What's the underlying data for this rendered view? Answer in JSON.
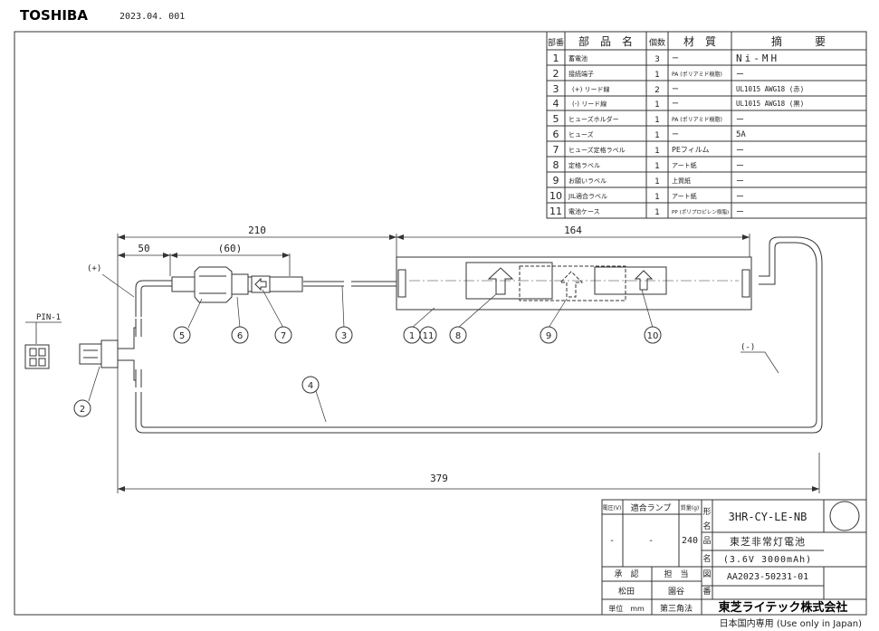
{
  "header": {
    "brand": "TOSHIBA",
    "date_code": "2023.04. 001"
  },
  "parts_table": {
    "headers": [
      "部番",
      "部　品　名",
      "個数",
      "材　質",
      "摘　　　要"
    ],
    "rows": [
      [
        "1",
        "蓄電池",
        "3",
        "ー",
        "Ni-MH"
      ],
      [
        "2",
        "接続端子",
        "1",
        "PA (ポリアミド樹脂)",
        "ー"
      ],
      [
        "3",
        "(+) リード線",
        "2",
        "ー",
        "UL1015 AWG18 (赤)"
      ],
      [
        "4",
        "(-) リード線",
        "1",
        "ー",
        "UL1015 AWG18 (黒)"
      ],
      [
        "5",
        "ヒューズホルダー",
        "1",
        "PA (ポリアミド樹脂)",
        "ー"
      ],
      [
        "6",
        "ヒューズ",
        "1",
        "ー",
        "5A"
      ],
      [
        "7",
        "ヒューズ定格ラベル",
        "1",
        "PEフィルム",
        "ー"
      ],
      [
        "8",
        "定格ラベル",
        "1",
        "アート紙",
        "ー"
      ],
      [
        "9",
        "お願いラベル",
        "1",
        "上質紙",
        "ー"
      ],
      [
        "10",
        "JIL適合ラベル",
        "1",
        "アート紙",
        "ー"
      ],
      [
        "11",
        "電池ケース",
        "1",
        "PP (ポリプロピレン樹脂)",
        "ー"
      ]
    ]
  },
  "dimensions": {
    "d210": "210",
    "d50": "50",
    "d60": "(60)",
    "d164": "164",
    "d379": "379"
  },
  "labels": {
    "pin": "PIN-1",
    "plus": "(+)",
    "minus": "(-)"
  },
  "balloons": [
    "5",
    "6",
    "7",
    "3",
    "1",
    "11",
    "8",
    "9",
    "10",
    "4",
    "2"
  ],
  "title_block": {
    "h_voltage": "電圧(V)",
    "h_lamp": "適合ランプ",
    "h_weight": "質量(g)",
    "voltage": "-",
    "lamp": "-",
    "weight": "240",
    "k_kata": "形",
    "k_mei": "名",
    "k_hin": "品",
    "k_mei2": "名",
    "k_zu": "図",
    "k_ban": "番",
    "model": "3HR-CY-LE-NB",
    "product_name": "東芝非常灯電池",
    "spec": "(3.6V 3000mAh)",
    "drawing_number": "AA2023-50231-01",
    "h_approve": "承　認",
    "h_charge": "担　当",
    "approver": "松田",
    "charge": "園谷",
    "unit": "単位　mm",
    "projection": "第三角法",
    "company": "東芝ライテック株式会社"
  },
  "footer": "日本国内専用 (Use only in Japan)"
}
